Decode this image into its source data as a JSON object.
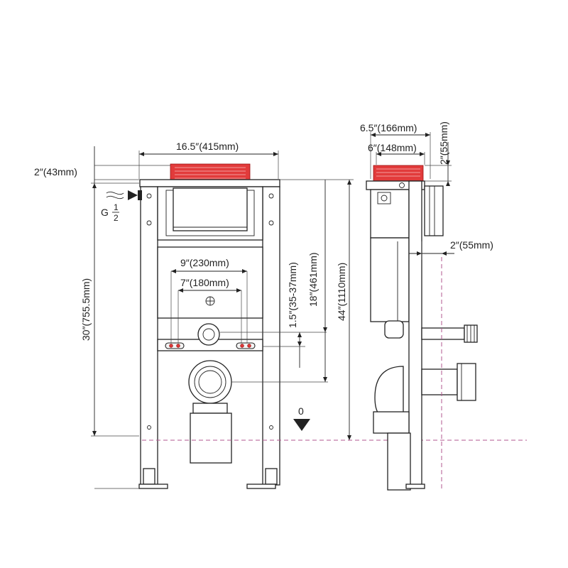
{
  "dimensions": {
    "front_width": "16.5″(415mm)",
    "top_offset": "2″(43mm)",
    "pipe_thread": "G",
    "pipe_thread_fraction_num": "1",
    "pipe_thread_fraction_den": "2",
    "mount_spacing": "9″(230mm)",
    "bolt_spacing": "7″(180mm)",
    "inlet_offset": "1.5″(35-37mm)",
    "outlet_height": "18″(461mm)",
    "total_height": "44″(1110mm)",
    "inlet_height": "30″(755.5mm)",
    "side_depth_outer": "6.5″(166mm)",
    "side_depth_inner": "6″(148mm)",
    "side_top_offset": "2″(55mm)",
    "side_wall_offset": "2″(55mm)",
    "floor_marker": "0"
  },
  "colors": {
    "line": "#222222",
    "flush_plate": "#e23b3b",
    "floor_reference": "#b0578f"
  }
}
